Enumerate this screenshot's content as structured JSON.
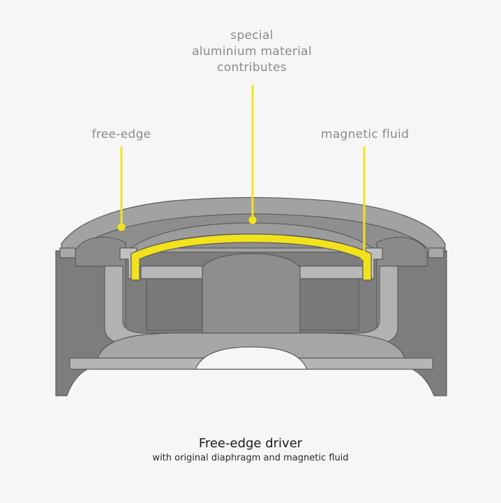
{
  "labels": {
    "aluminium": [
      "special",
      "aluminium material",
      "contributes"
    ],
    "free_edge": "free-edge",
    "magnetic_fluid": "magnetic fluid"
  },
  "caption": {
    "title": "Free-edge driver",
    "subtitle": "with original diaphragm and magnetic fluid"
  },
  "colors": {
    "background": "#f6f6f6",
    "body_dark": "#7b7b7b",
    "body_mid": "#9a9a9a",
    "body_light": "#b3b3b3",
    "outline": "#5c5c5c",
    "highlight": "#f2e21c",
    "label_text": "#8a8a8a"
  }
}
